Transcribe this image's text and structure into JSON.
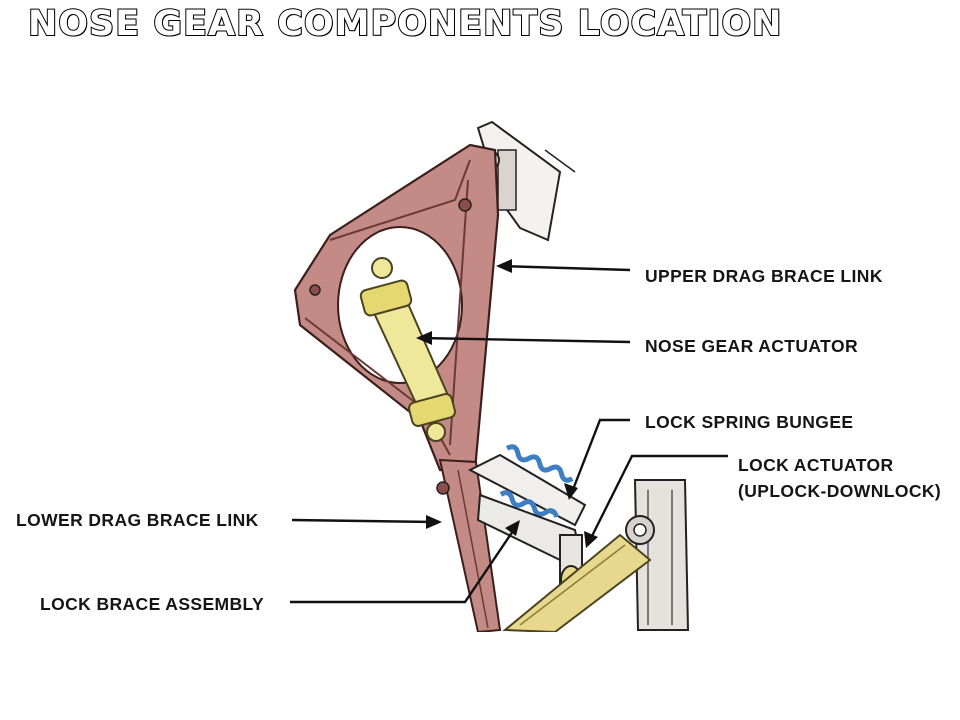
{
  "title": "NOSE GEAR COMPONENTS LOCATION",
  "callouts": {
    "upper_drag_brace_link": "UPPER DRAG BRACE LINK",
    "nose_gear_actuator": "NOSE GEAR ACTUATOR",
    "lock_spring_bungee": "LOCK SPRING BUNGEE",
    "lock_actuator": "LOCK ACTUATOR",
    "lock_actuator_sub": "(UPLOCK-DOWNLOCK)",
    "lower_drag_brace_link": "LOWER DRAG BRACE LINK",
    "lock_brace_assembly": "LOCK BRACE ASSEMBLY"
  },
  "colors": {
    "brace": "#c48b86",
    "brace_dark": "#8a4f4b",
    "actuator": "#efe79a",
    "spring": "#3d7fc2",
    "strut": "#e8d88e"
  }
}
